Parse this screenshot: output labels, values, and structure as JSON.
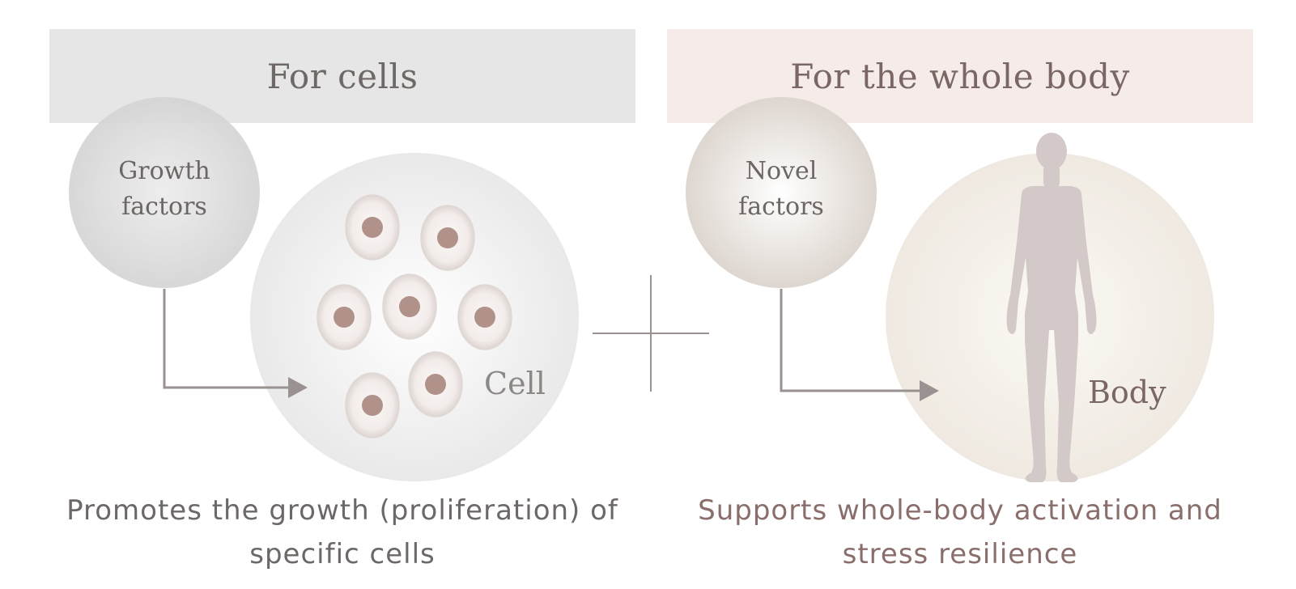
{
  "left_panel": {
    "header": "For cells",
    "factor_label_line1": "Growth",
    "factor_label_line2": "factors",
    "target_label": "Cell",
    "caption_line1": "Promotes the growth (proliferation) of",
    "caption_line2": "specific cells"
  },
  "right_panel": {
    "header": "For the whole body",
    "factor_label_line1": "Novel",
    "factor_label_line2": "factors",
    "target_label": "Body",
    "caption_line1": "Supports whole-body activation and",
    "caption_line2": "stress resilience"
  },
  "icons": {
    "plus": "plus-icon",
    "arrow": "arrow-right-icon",
    "cell": "cell-icon",
    "body": "human-silhouette-icon"
  },
  "colors": {
    "left_header_bg": "#e6e6e6",
    "right_header_bg": "#f5ecea",
    "line": "#9a9290",
    "nucleus": "#b0928a",
    "silhouette": "#d3c9c8"
  }
}
